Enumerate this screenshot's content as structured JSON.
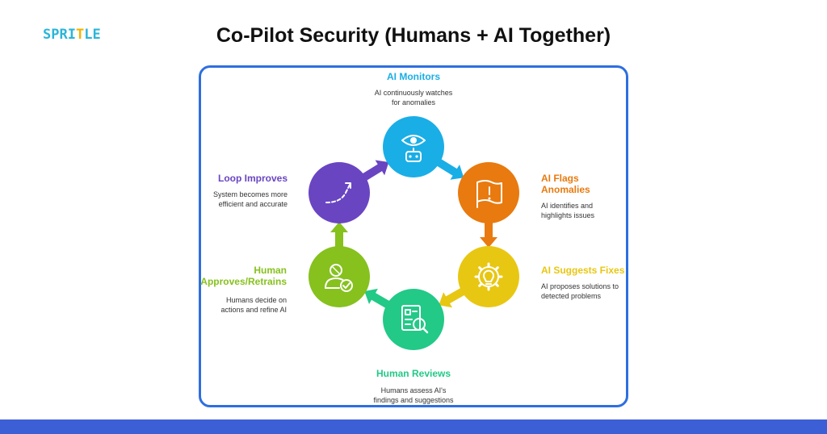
{
  "logo": {
    "letters": [
      {
        "ch": "S",
        "color": "#2bb5d8"
      },
      {
        "ch": "P",
        "color": "#2bb5d8"
      },
      {
        "ch": "R",
        "color": "#2bb5d8"
      },
      {
        "ch": "I",
        "color": "#2bb5d8"
      },
      {
        "ch": "T",
        "color": "#f0b400"
      },
      {
        "ch": "L",
        "color": "#2bb5d8"
      },
      {
        "ch": "E",
        "color": "#2bb5d8"
      }
    ]
  },
  "title": "Co-Pilot Security (Humans + AI Together)",
  "colors": {
    "frame": "#2e6fe0",
    "bottom_bar": "#3d5fd6"
  },
  "stages": [
    {
      "id": "ai-monitors",
      "title": "AI Monitors",
      "desc_line1": "AI continuously watches",
      "desc_line2": "for anomalies",
      "color": "#1aaee6",
      "icon": "robot-eye-icon"
    },
    {
      "id": "ai-flags",
      "title": "AI Flags Anomalies",
      "desc_line1": "AI identifies and",
      "desc_line2": "highlights issues",
      "color": "#e87a0f",
      "icon": "flag-alert-icon"
    },
    {
      "id": "ai-suggests",
      "title": "AI Suggests Fixes",
      "desc_line1": "AI proposes solutions to",
      "desc_line2": "detected problems",
      "color": "#e8c712",
      "icon": "gear-bulb-icon"
    },
    {
      "id": "human-reviews",
      "title": "Human Reviews",
      "desc_line1": "Humans assess AI's",
      "desc_line2": "findings and suggestions",
      "color": "#22c987",
      "icon": "document-search-icon"
    },
    {
      "id": "human-approves",
      "title": "Human",
      "title_line2": "Approves/Retrains",
      "desc_line1": "Humans decide on",
      "desc_line2": "actions and refine AI",
      "color": "#86c11e",
      "icon": "user-check-icon"
    },
    {
      "id": "loop-improves",
      "title": "Loop Improves",
      "desc_line1": "System becomes more",
      "desc_line2": "efficient and accurate",
      "color": "#6a45c2",
      "icon": "trend-arrow-icon"
    }
  ]
}
